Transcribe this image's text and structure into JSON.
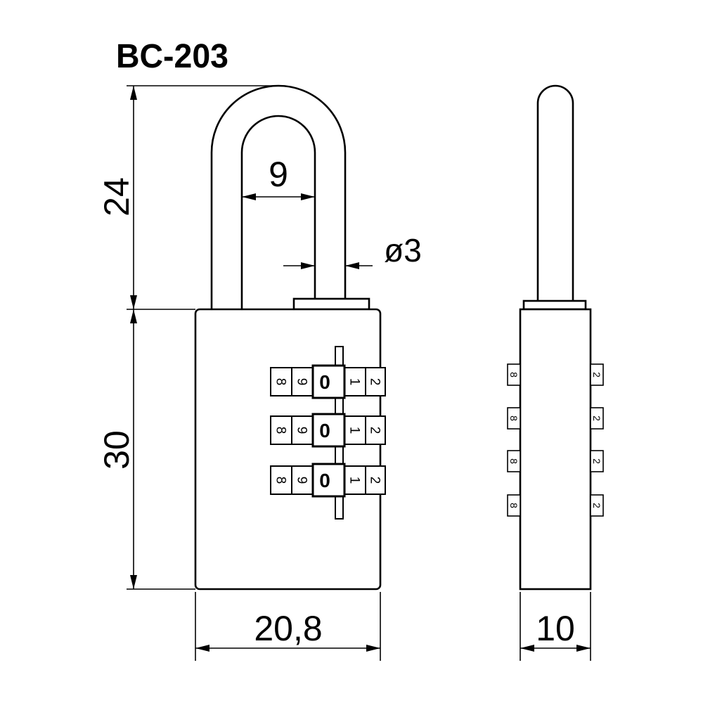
{
  "title": "BC-203",
  "dimensions": {
    "shackle_height": "24",
    "shackle_inner_width": "9",
    "shackle_diameter": "ø3",
    "body_height": "30",
    "body_width": "20,8",
    "body_thickness": "10"
  },
  "front_view": {
    "dial_digits": [
      "8",
      "9",
      "0",
      "1",
      "2"
    ]
  },
  "side_view": {
    "left_digit": "8",
    "right_digit": "2"
  },
  "colors": {
    "line": "#000000",
    "background": "#ffffff"
  }
}
